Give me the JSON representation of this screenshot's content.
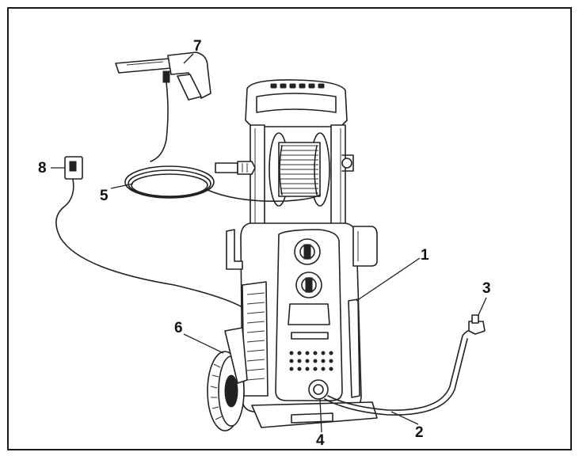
{
  "diagram": {
    "callouts": [
      {
        "id": "1",
        "label": "1"
      },
      {
        "id": "2",
        "label": "2"
      },
      {
        "id": "3",
        "label": "3"
      },
      {
        "id": "4",
        "label": "4"
      },
      {
        "id": "5",
        "label": "5"
      },
      {
        "id": "6",
        "label": "6"
      },
      {
        "id": "7",
        "label": "7"
      },
      {
        "id": "8",
        "label": "8"
      }
    ],
    "colors": {
      "line": "#222222",
      "background": "#ffffff",
      "frame": "#1a1a1a"
    }
  }
}
